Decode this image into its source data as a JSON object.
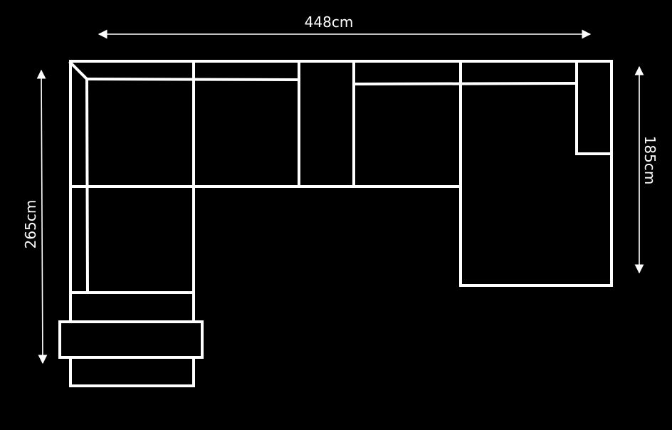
{
  "dimensions": {
    "width_label": "448cm",
    "left_depth_label": "265cm",
    "right_depth_label": "185cm"
  },
  "colors": {
    "background": "#000000",
    "lines": "#ffffff"
  }
}
